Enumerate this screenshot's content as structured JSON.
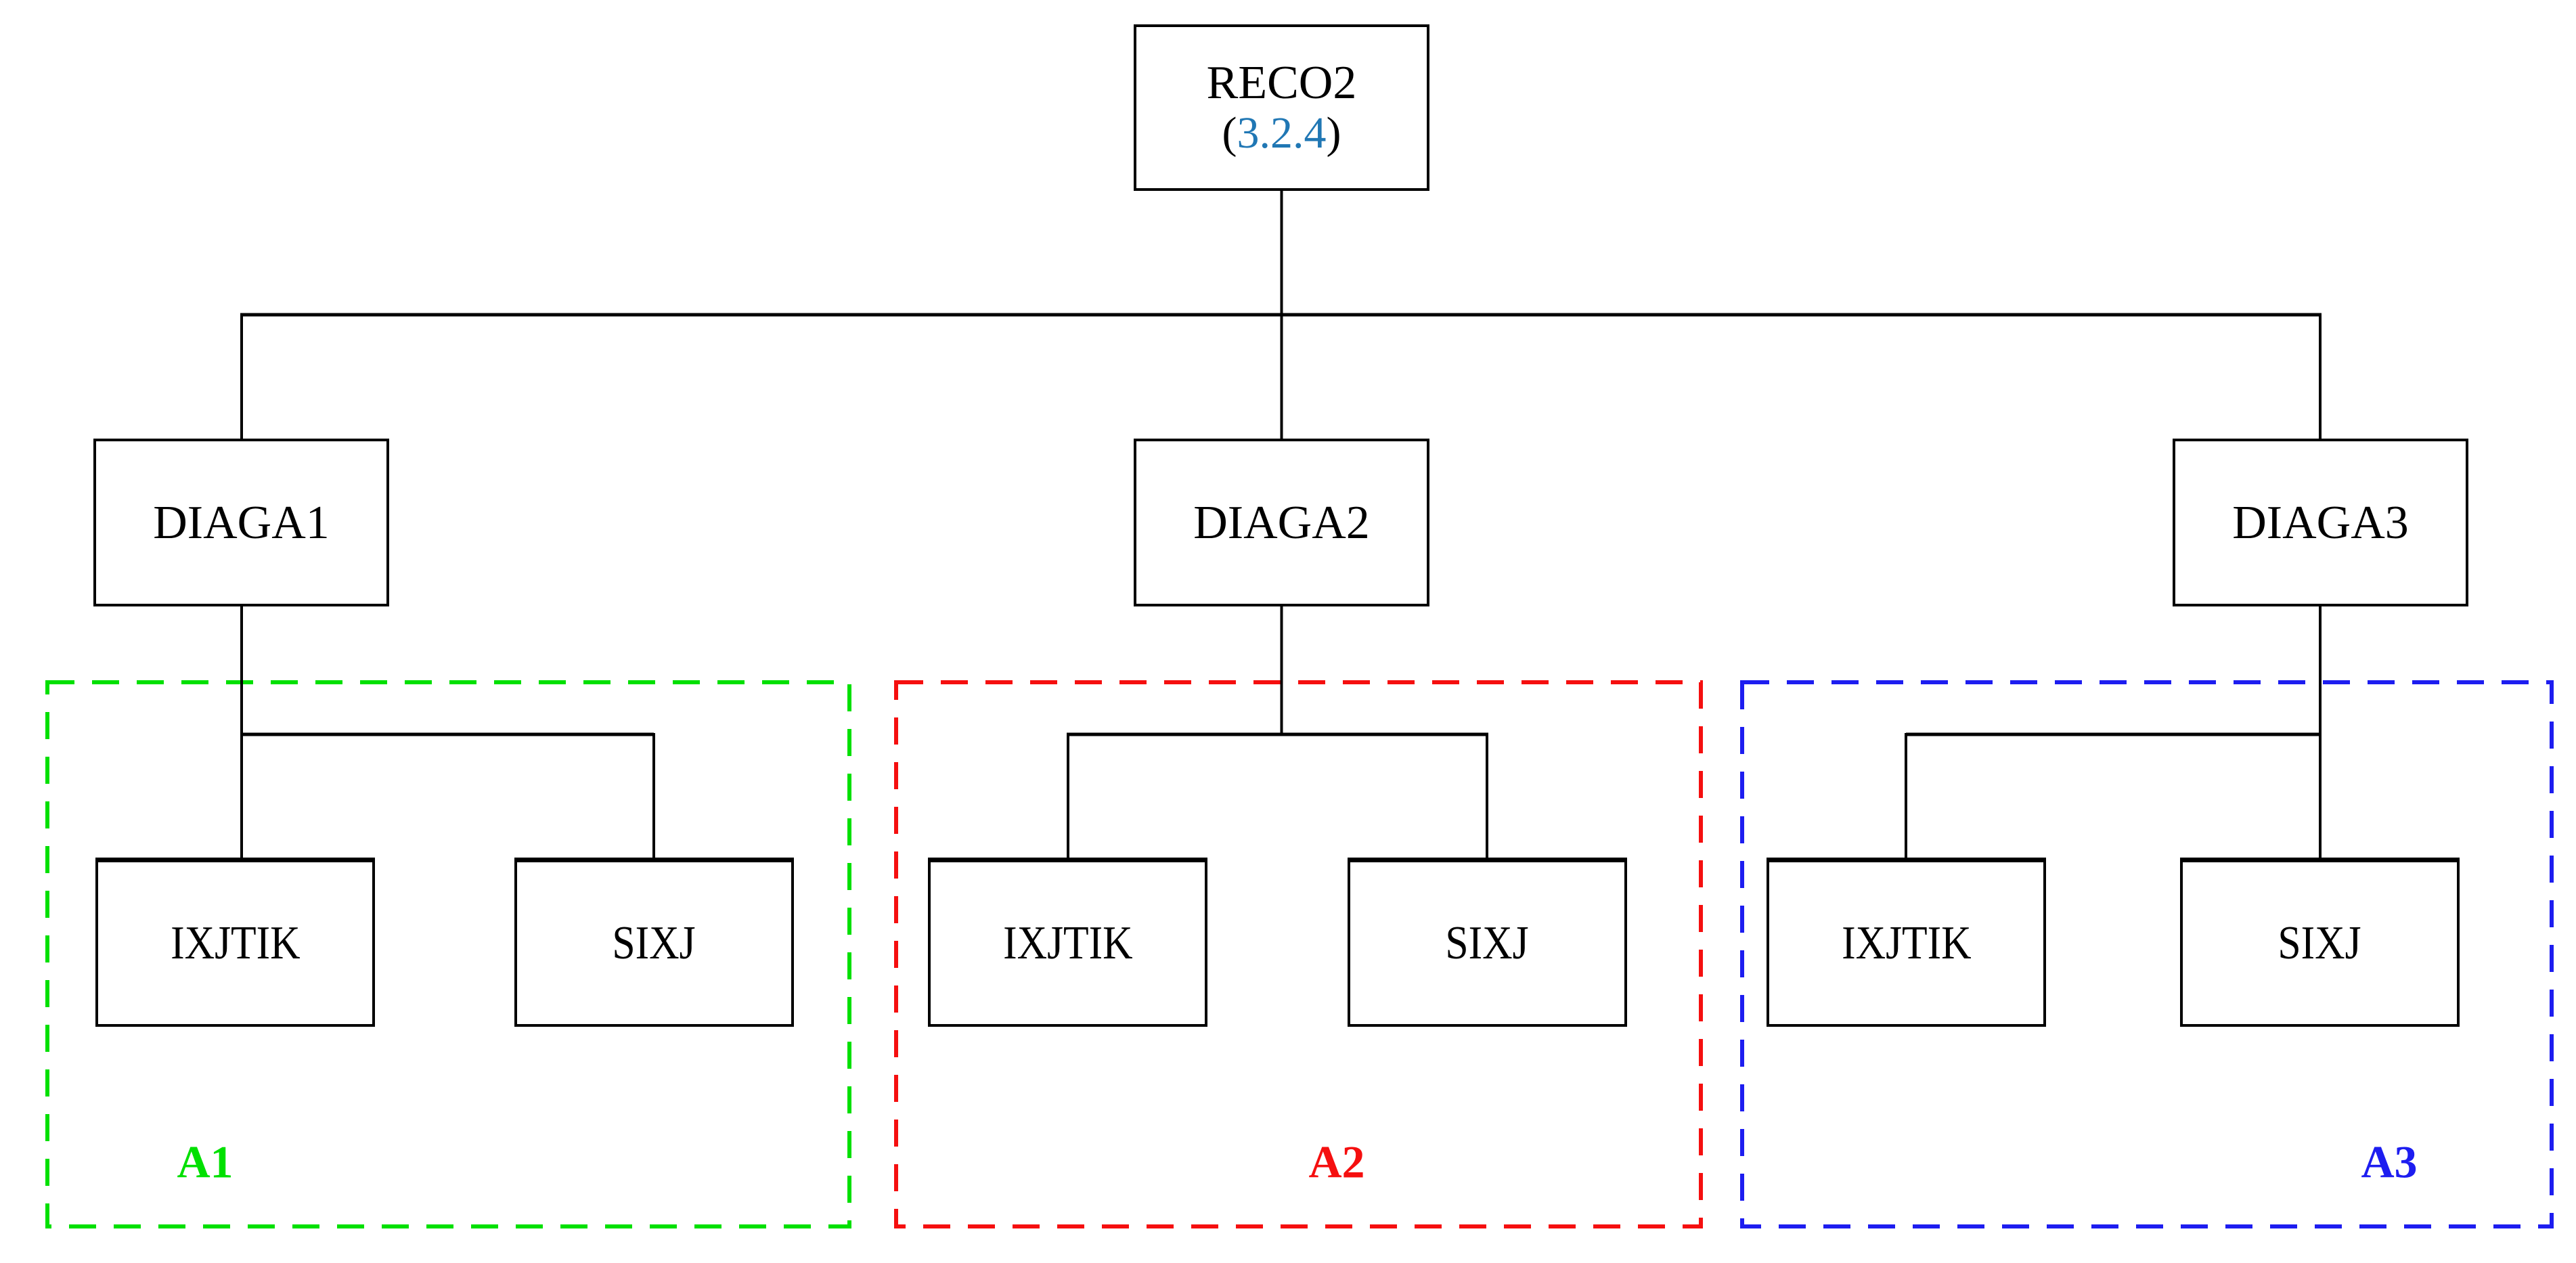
{
  "diagram": {
    "root": {
      "label": "RECO2",
      "version_open": "(",
      "version": "3.2.4",
      "version_close": ")"
    },
    "groups": [
      {
        "label": "A1",
        "parent_label": "DIAGA1",
        "children": [
          "IXJTIK",
          "SIXJ"
        ],
        "color": "#00e000"
      },
      {
        "label": "A2",
        "parent_label": "DIAGA2",
        "children": [
          "IXJTIK",
          "SIXJ"
        ],
        "color": "#f50f0f"
      },
      {
        "label": "A3",
        "parent_label": "DIAGA3",
        "children": [
          "IXJTIK",
          "SIXJ"
        ],
        "color": "#1d1df0"
      }
    ],
    "colors": {
      "version_link": "#2077b4",
      "line": "#000000",
      "background": "#ffffff"
    }
  }
}
